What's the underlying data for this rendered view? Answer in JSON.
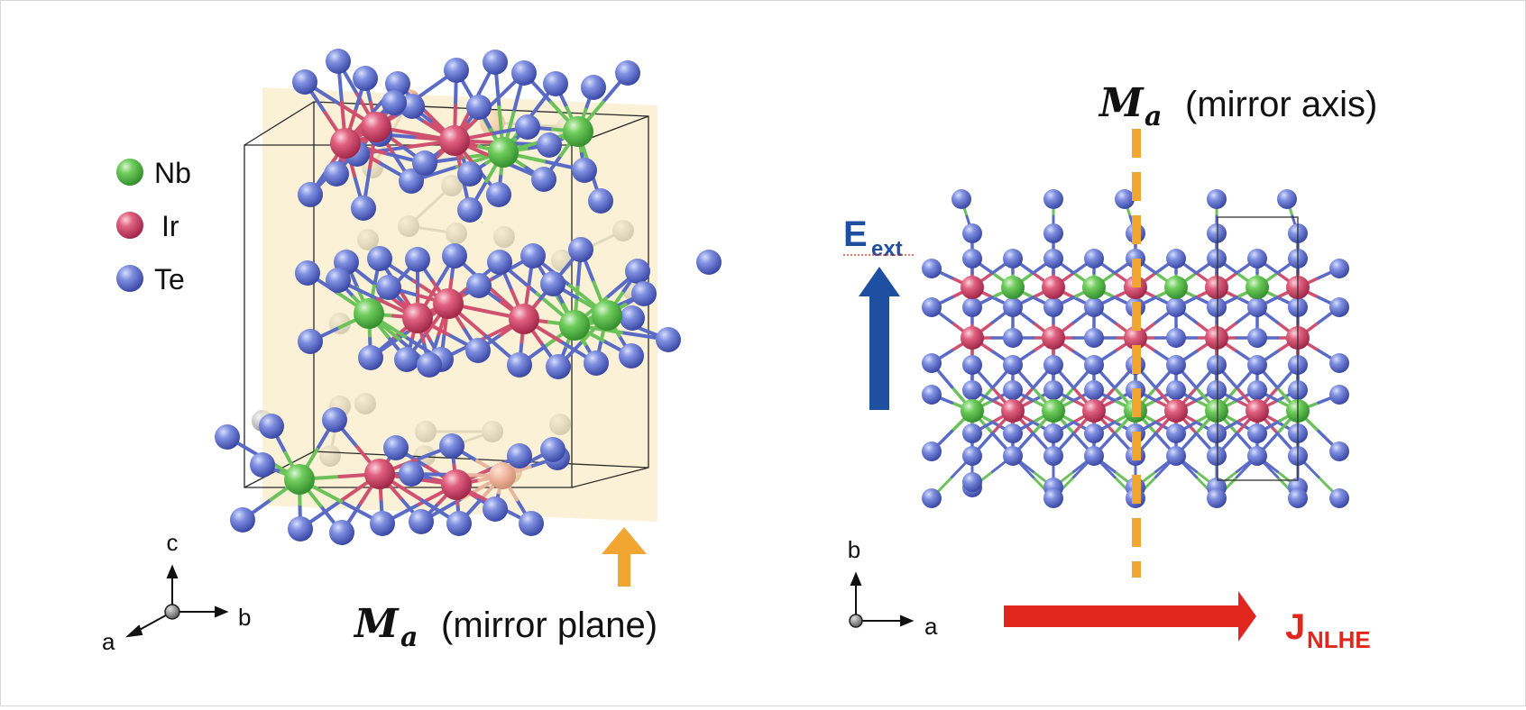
{
  "legend": {
    "items": [
      {
        "label": "Nb",
        "color": "#5fbf4f"
      },
      {
        "label": "Ir",
        "color": "#d94b6f"
      },
      {
        "label": "Te",
        "color": "#5668c8"
      }
    ]
  },
  "left_panel": {
    "mirror_symbol": "M",
    "mirror_subscript": "a",
    "mirror_label": "(mirror plane)",
    "axes": {
      "c": "c",
      "b": "b",
      "a": "a"
    },
    "plane_color": "#f7e9bd",
    "arrow_color": "#f2a632"
  },
  "right_panel": {
    "mirror_symbol": "M",
    "mirror_subscript": "a",
    "mirror_label": "(mirror axis)",
    "field_label": "E",
    "field_subscript": "ext",
    "field_color": "#1f4fa0",
    "current_label": "J",
    "current_subscript": "NLHE",
    "current_color": "#e0261d",
    "axis_line_color": "#f2a632",
    "axes": {
      "b": "b",
      "a": "a"
    }
  },
  "colors": {
    "nb": "#5fbf4f",
    "ir": "#d94b6f",
    "te": "#5668c8"
  }
}
